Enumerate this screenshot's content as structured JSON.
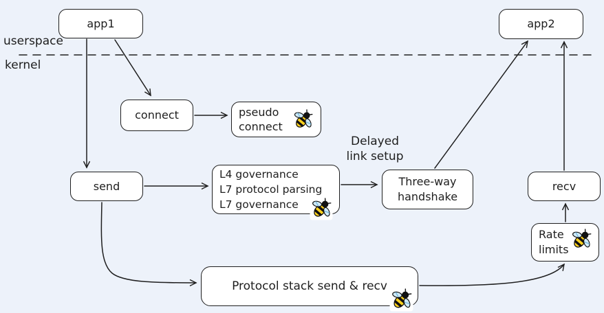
{
  "theme": {
    "canvas_bg": "#edf2fa",
    "stroke": "#1e1e1e",
    "node_fill": "#ffffff",
    "bee_yellow": "#ffd21e",
    "bee_wing": "#cfeaf7",
    "bee_wing_vein": "#5aa9d6"
  },
  "regions": {
    "userspace": "userspace",
    "kernel": "kernel"
  },
  "nodes": {
    "app1": {
      "label": "app1"
    },
    "app2": {
      "label": "app2"
    },
    "connect": {
      "label": "connect"
    },
    "pseudo_connect": {
      "lines": [
        "pseudo",
        "connect"
      ],
      "icon": "ebpf-bee-icon"
    },
    "send": {
      "label": "send"
    },
    "governance": {
      "lines": [
        "L4 governance",
        "L7 protocol parsing",
        "L7 governance"
      ],
      "icon": "ebpf-bee-icon"
    },
    "three_way_handshake": {
      "lines": [
        "Three-way",
        "handshake"
      ]
    },
    "recv": {
      "label": "recv"
    },
    "rate_limits": {
      "lines": [
        "Rate",
        "limits"
      ],
      "icon": "ebpf-bee-icon"
    },
    "protocol_stack": {
      "label": "Protocol stack send & recv",
      "icon": "ebpf-bee-icon"
    }
  },
  "annotations": {
    "delayed_link_setup": {
      "lines": [
        "Delayed",
        "link setup"
      ]
    }
  }
}
